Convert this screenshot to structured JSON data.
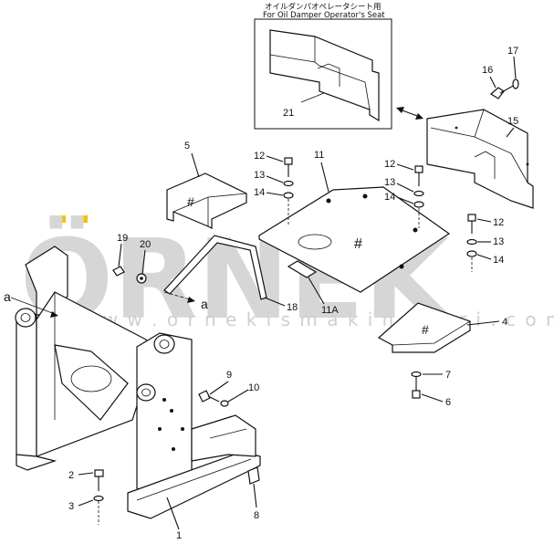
{
  "inset": {
    "title_jp": "オイルダンパオペレータシート用",
    "title_en": "For Oil Damper Operator's Seat",
    "part_label": "21"
  },
  "watermark": {
    "brand": "ÖRNEK",
    "url": "w w w . o r n e k i s m a k i n a l a r i . c o m . t r",
    "accent_color": "#f2c200"
  },
  "callouts": {
    "c1": "1",
    "c2": "2",
    "c3": "3",
    "c4": "4",
    "c5": "5",
    "c6": "6",
    "c7": "7",
    "c8": "8",
    "c9": "9",
    "c10": "10",
    "c11": "11",
    "c11a": "11A",
    "c12a": "12",
    "c12b": "12",
    "c12c": "12",
    "c13a": "13",
    "c13b": "13",
    "c13c": "13",
    "c14a": "14",
    "c14b": "14",
    "c14c": "14",
    "c15": "15",
    "c16": "16",
    "c17": "17",
    "c18": "18",
    "c19": "19",
    "c20": "20",
    "a_left": "a",
    "a_mid": "a",
    "hash_5": "#",
    "hash_11": "#",
    "hash_4": "#"
  }
}
